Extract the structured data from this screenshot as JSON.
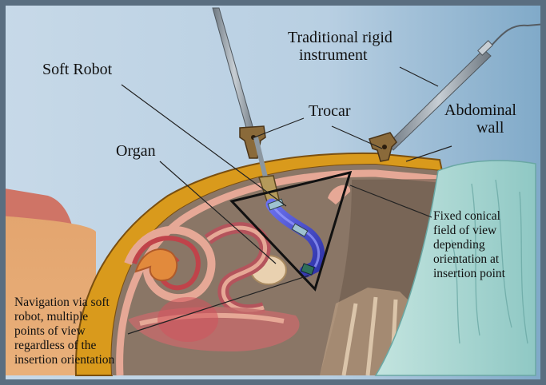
{
  "labels": {
    "traditional_rigid_instrument": [
      "Traditional rigid",
      "instrument"
    ],
    "soft_robot": "Soft Robot",
    "trocar": "Trocar",
    "abdominal_wall": [
      "Abdominal",
      "wall"
    ],
    "organ": "Organ",
    "fixed_conical_fov": [
      "Fixed conical",
      "field of view",
      "depending",
      "orientation at",
      "insertion point"
    ],
    "navigation_note": [
      "Navigation via soft",
      "robot, multiple",
      "points of view",
      "regardless of the",
      "insertion orientation"
    ]
  },
  "colors": {
    "sky": "#bcd3e4",
    "frame": "#5a6e80",
    "abdominal_wall": "#d99a1c",
    "wall_outline": "#7a4f10",
    "cavity": "#8a7666",
    "tissue_pink": "#e6a896",
    "soft_robot": "#4a4fd6",
    "drape": "#a7d4d0",
    "rigid_instrument": "#8c97a0",
    "fov_triangle": "#111111"
  }
}
